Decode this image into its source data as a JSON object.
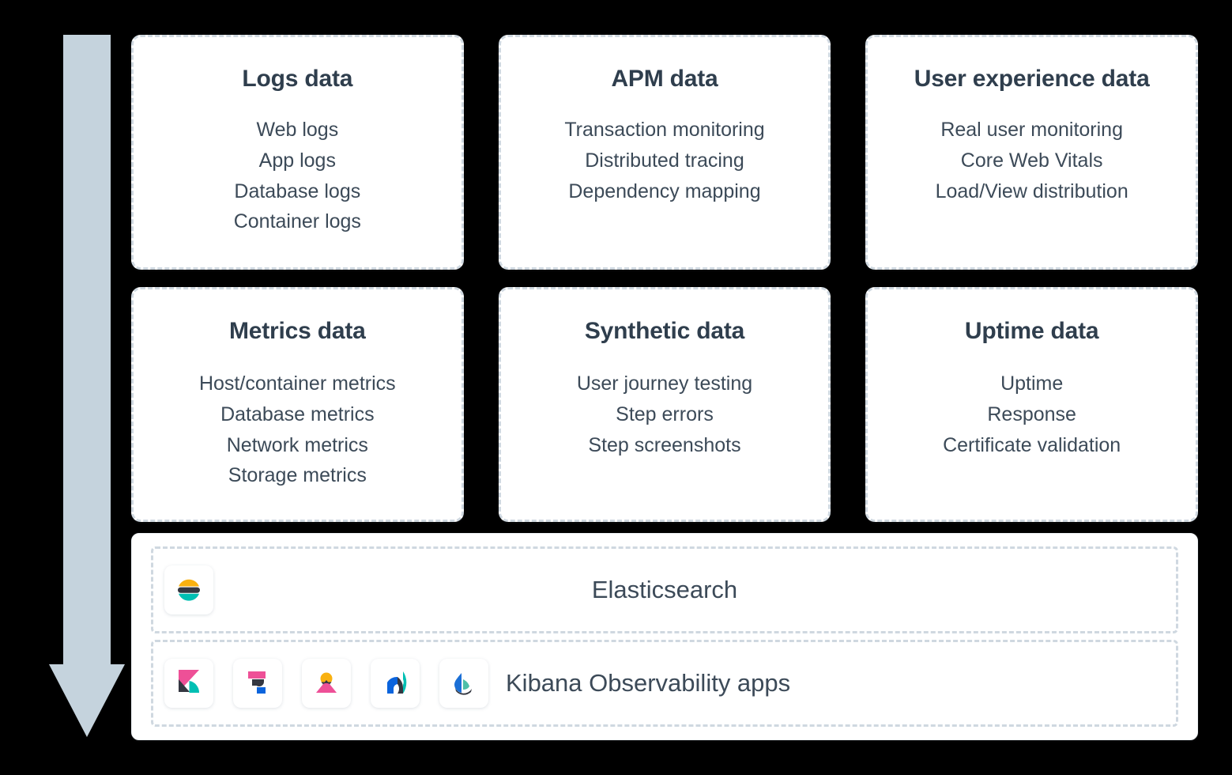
{
  "flow": {
    "arrow_name": "data-flow-arrow",
    "arrow_color": "#c5d3dd"
  },
  "cards": [
    {
      "title": "Logs data",
      "items": [
        "Web logs",
        "App logs",
        "Database logs",
        "Container logs"
      ]
    },
    {
      "title": "APM data",
      "items": [
        "Transaction monitoring",
        "Distributed tracing",
        "Dependency mapping"
      ]
    },
    {
      "title": "User experience data",
      "items": [
        "Real user monitoring",
        "Core Web Vitals",
        "Load/View distribution"
      ]
    },
    {
      "title": "Metrics data",
      "items": [
        "Host/container metrics",
        "Database metrics",
        "Network metrics",
        "Storage metrics"
      ]
    },
    {
      "title": "Synthetic data",
      "items": [
        "User journey testing",
        "Step errors",
        "Step screenshots"
      ]
    },
    {
      "title": "Uptime data",
      "items": [
        "Uptime",
        "Response",
        "Certificate validation"
      ]
    }
  ],
  "stack": {
    "storage": {
      "label": "Elasticsearch",
      "icon": "elasticsearch-logo-icon"
    },
    "apps": {
      "label": "Kibana Observability apps",
      "icons": [
        "kibana-logo-icon",
        "logs-app-icon",
        "metrics-app-icon",
        "uptime-app-icon",
        "observability-app-icon"
      ]
    }
  },
  "colors": {
    "text_dark": "#2f3e4d",
    "text_body": "#3c4a58",
    "dashed_border": "#cfd8e0",
    "arrow": "#c5d3dd",
    "elastic_yellow": "#F9B110",
    "elastic_teal": "#00BFB3",
    "elastic_pink": "#EE5097",
    "elastic_blue": "#0B64DD",
    "elastic_dark": "#343741"
  }
}
